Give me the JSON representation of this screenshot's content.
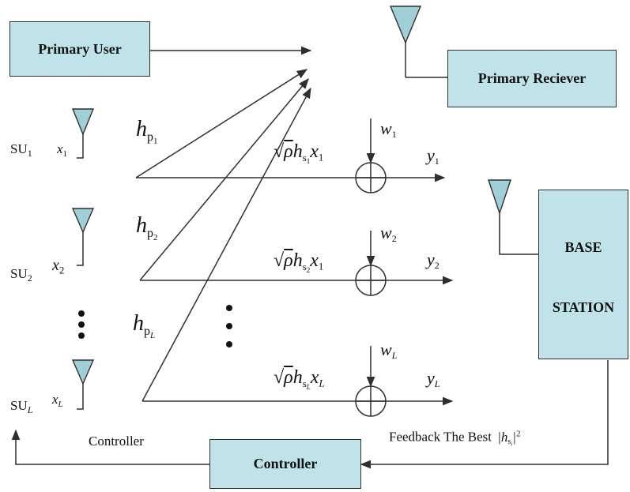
{
  "boxes": {
    "primary_user": "Primary User",
    "primary_receiver": "Primary Reciever",
    "base_station_line1": "BASE",
    "base_station_line2": "STATION",
    "controller": "Controller"
  },
  "users": [
    {
      "su": "SU",
      "su_sub": "1",
      "x": "x",
      "x_sub": "1",
      "h": "h",
      "h_sub": "p",
      "h_subsub": "1",
      "w": "w",
      "w_sub": "1",
      "y": "y",
      "y_sub": "1",
      "gain_h_sub": "s",
      "gain_h_subsub": "1",
      "gain_x_sub": "1"
    },
    {
      "su": "SU",
      "su_sub": "2",
      "x": "x",
      "x_sub": "2",
      "h": "h",
      "h_sub": "p",
      "h_subsub": "2",
      "w": "w",
      "w_sub": "2",
      "y": "y",
      "y_sub": "2",
      "gain_h_sub": "s",
      "gain_h_subsub": "2",
      "gain_x_sub": "1"
    },
    {
      "su": "SU",
      "su_sub": "L",
      "x": "x",
      "x_sub": "L",
      "h": "h",
      "h_sub": "p",
      "h_subsub": "L",
      "w": "w",
      "w_sub": "L",
      "y": "y",
      "y_sub": "L",
      "gain_h_sub": "s",
      "gain_h_subsub": "L",
      "gain_x_sub": "L"
    }
  ],
  "gain": {
    "rho": "ρ",
    "h": "h",
    "x": "x"
  },
  "labels": {
    "controller_signal": "Controller",
    "feedback": "Feedback The Best"
  },
  "feedback_term": {
    "h": "h",
    "sub": "s",
    "subsub": "i",
    "power": "2"
  },
  "colors": {
    "box_fill": "#bfe3e8",
    "stroke": "#2f2f2f"
  }
}
